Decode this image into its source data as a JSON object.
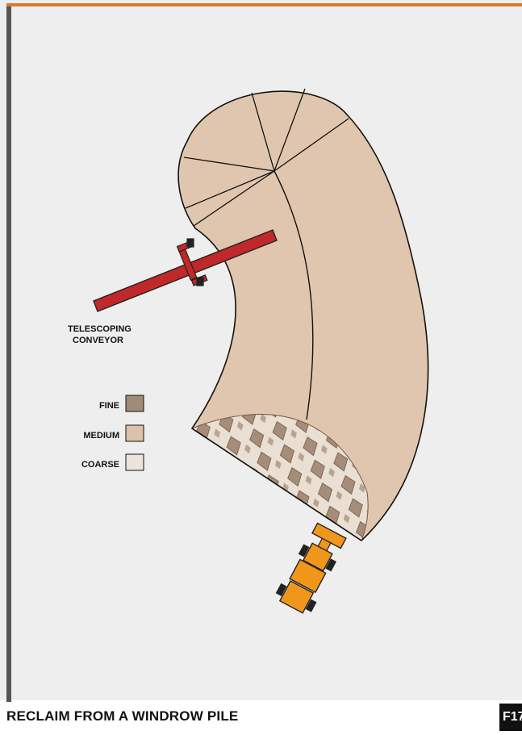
{
  "figure": {
    "caption": "RECLAIM FROM A WINDROW PILE",
    "figure_tag": "F17"
  },
  "conveyor": {
    "label_line1": "TELESCOPING",
    "label_line2": "CONVEYOR"
  },
  "legend": {
    "items": [
      {
        "label": "FINE",
        "color": "#a08a78"
      },
      {
        "label": "MEDIUM",
        "color": "#dcc2aa"
      },
      {
        "label": "COARSE",
        "color": "#ece4da"
      }
    ]
  },
  "colors": {
    "pile_fill": "#e0c6ae",
    "conveyor": "#c0282a",
    "loader": "#f0961a",
    "frame_top": "#d97b2e",
    "background": "#eeeeee"
  }
}
